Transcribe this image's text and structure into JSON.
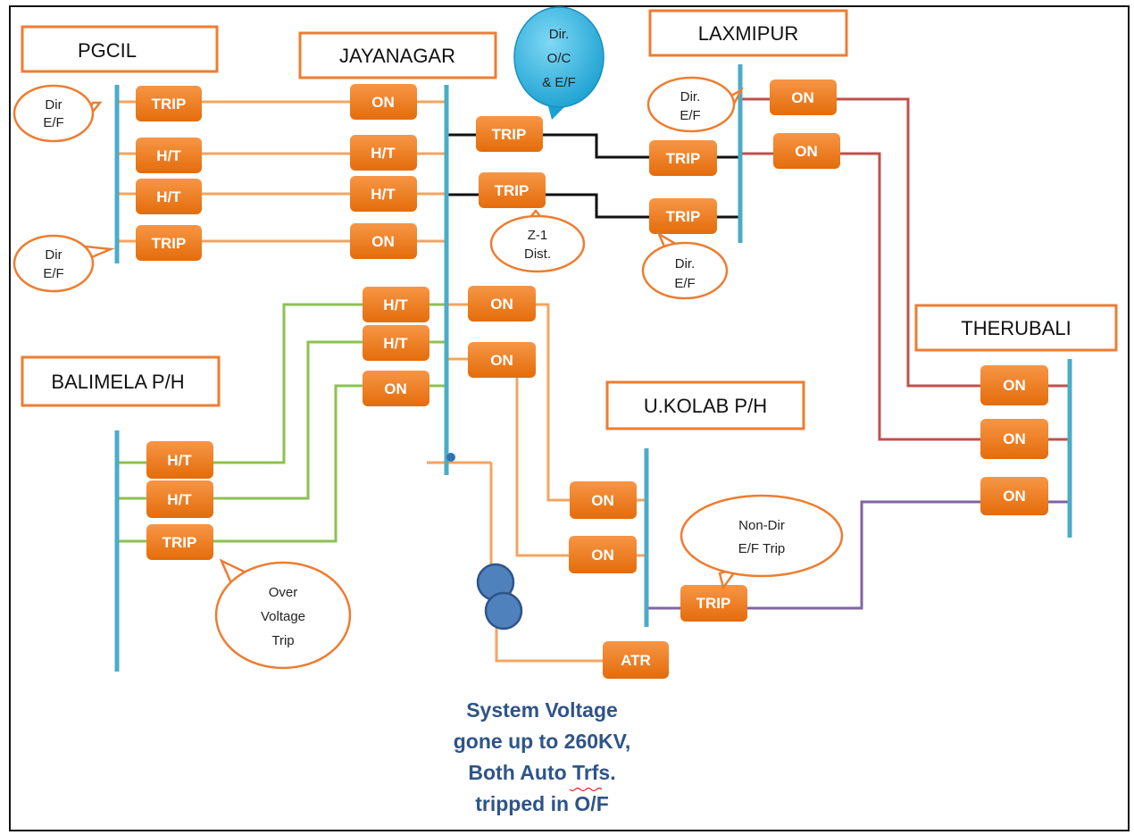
{
  "stations": {
    "pgcil": "PGCIL",
    "jayanagar": "JAYANAGAR",
    "laxmipur": "LAXMIPUR",
    "therubali": "THERUBALI",
    "balimela": "BALIMELA P/H",
    "ukolab": "U.KOLAB P/H"
  },
  "breakers": {
    "pgcil_1": "TRIP",
    "pgcil_2": "H/T",
    "pgcil_3": "H/T",
    "pgcil_4": "TRIP",
    "jay_pg_1": "ON",
    "jay_pg_2": "H/T",
    "jay_pg_3": "H/T",
    "jay_pg_4": "ON",
    "jay_lx_1": "TRIP",
    "jay_lx_2": "TRIP",
    "lx_jay_1": "TRIP",
    "lx_jay_2": "TRIP",
    "lx_th_1": "ON",
    "lx_th_2": "ON",
    "jay_bal_1": "H/T",
    "jay_bal_2": "H/T",
    "jay_bal_3": "ON",
    "jay_uk_1": "ON",
    "jay_uk_2": "ON",
    "bal_1": "H/T",
    "bal_2": "H/T",
    "bal_3": "TRIP",
    "th_1": "ON",
    "th_2": "ON",
    "th_3": "ON",
    "uk_1": "ON",
    "uk_2": "ON",
    "uk_th": "TRIP",
    "atr": "ATR"
  },
  "callouts": {
    "pgcil_top": [
      "Dir",
      "E/F"
    ],
    "pgcil_bottom": [
      "Dir",
      "E/F"
    ],
    "laxmipur_top": [
      "Dir.",
      "E/F"
    ],
    "laxmipur_bottom": [
      "Dir.",
      "E/F"
    ],
    "z1": [
      "Z-1",
      "Dist."
    ],
    "balimela": [
      "Over",
      "Voltage",
      "Trip"
    ],
    "ukolab": [
      "Non-Dir",
      "E/F Trip"
    ],
    "dir_oc": [
      "Dir.",
      "O/C",
      "& E/F"
    ]
  },
  "caption": [
    "System Voltage",
    "gone up to 260KV,",
    "Both Auto Trfs.",
    "tripped in O/F"
  ],
  "colors": {
    "bus": "#4bacc6",
    "breaker": "#ed7d31",
    "line_orange": "#f4a460",
    "line_black": "#111111",
    "line_red": "#c0504d",
    "line_green": "#8cc152",
    "line_purple": "#8064a2",
    "transformer": "#4f81bd",
    "bubble": "#29b6e6",
    "caption": "#2e5489"
  }
}
